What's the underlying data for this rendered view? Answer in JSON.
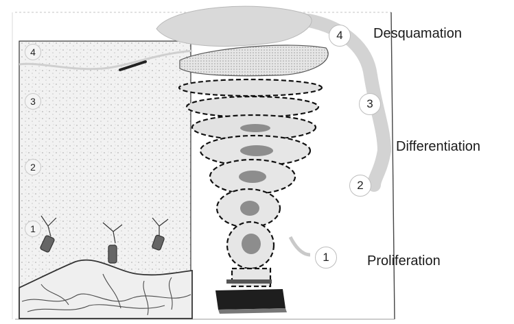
{
  "left_panel": {
    "markers": [
      "4",
      "3",
      "2",
      "1"
    ]
  },
  "cycle": {
    "markers": [
      "4",
      "3",
      "2",
      "1"
    ]
  },
  "stages": {
    "desquamation": "Desquamation",
    "differentiation": "Differentiation",
    "proliferation": "Proliferation"
  }
}
